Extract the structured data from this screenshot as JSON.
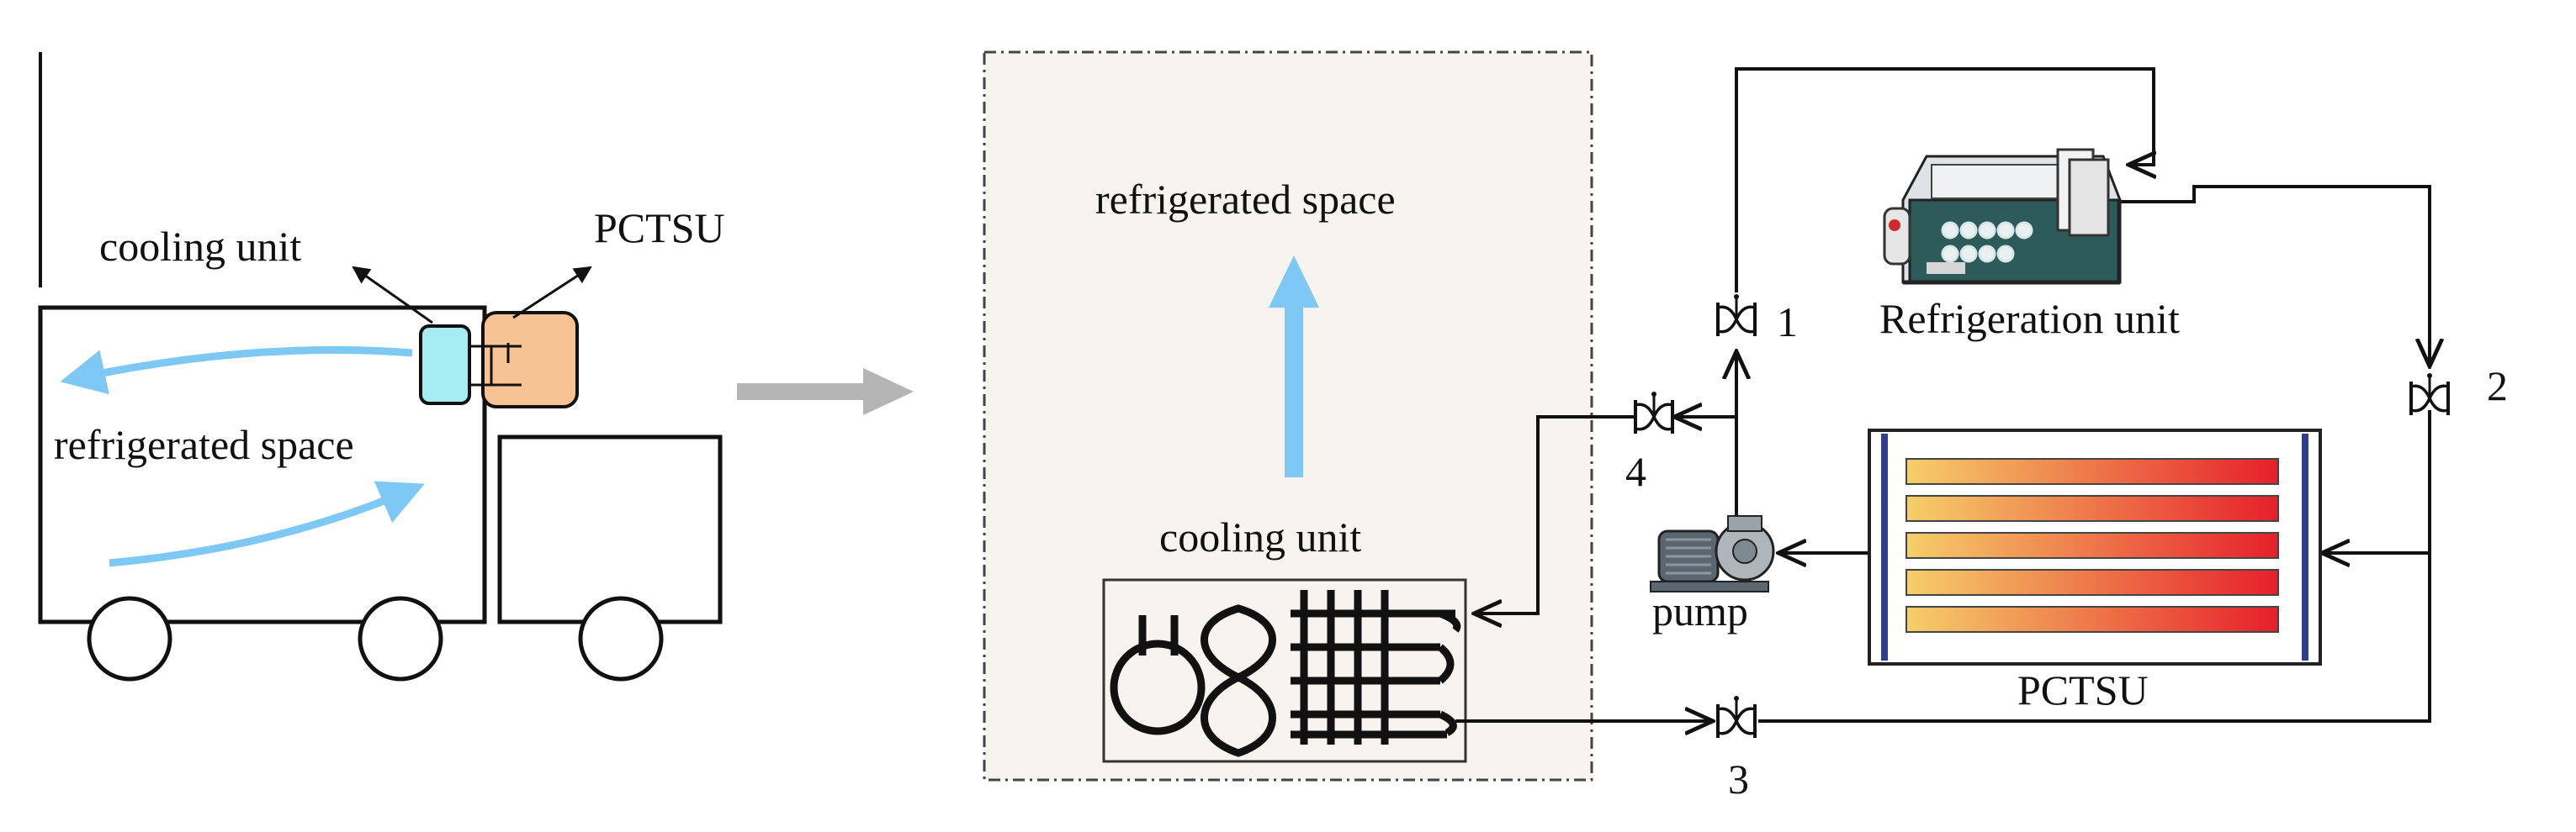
{
  "labels": {
    "truck_cooling_unit": "cooling unit",
    "truck_pctsu": "PCTSU",
    "truck_refrigerated_space": "refrigerated space",
    "panel_refrigerated_space": "refrigerated space",
    "panel_cooling_unit": "cooling unit",
    "refrigeration_unit": "Refrigeration unit",
    "pump": "pump",
    "pctsu": "PCTSU",
    "valve_1": "1",
    "valve_2": "2",
    "valve_3": "3",
    "valve_4": "4"
  },
  "colors": {
    "airflow_arrow": "#7ec8f5",
    "truck_cooling_unit_fill": "#a6ecf2",
    "truck_pctsu_fill": "#f7c394",
    "panel_background": "#f7f4ef",
    "transition_arrow": "#b5b5b5",
    "pcm_bar_start": "#f6cf6a",
    "pcm_bar_end": "#e5202b",
    "pctsu_side_plate": "#303f8c",
    "line": "#111111"
  },
  "icons": {
    "valve": "valve-icon",
    "pump": "pump-icon",
    "compressor": "compressor-icon",
    "fan": "fan-icon",
    "coil": "coil-icon"
  }
}
